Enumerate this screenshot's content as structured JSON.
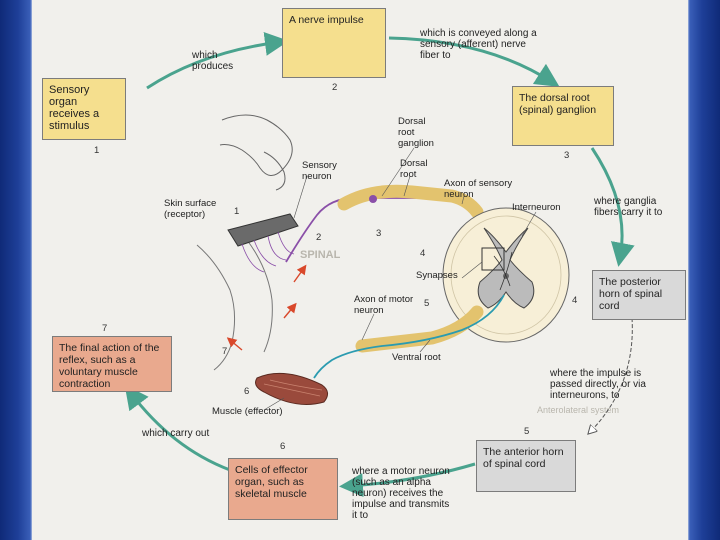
{
  "flow": {
    "box1": {
      "text": "Sensory organ receives a stimulus",
      "num": "1"
    },
    "conn1": "which produces",
    "box2": {
      "text": "A nerve impulse",
      "num": "2"
    },
    "conn2": "which is conveyed along a sensory (afferent) nerve fiber to",
    "box3": {
      "text": "The dorsal root (spinal) ganglion",
      "num": "3"
    },
    "conn3": "where ganglia fibers carry it to",
    "box4": {
      "text": "The posterior horn of spinal cord",
      "num": "4"
    },
    "conn4": "where the impulse is passed directly, or via interneurons, to",
    "box5": {
      "text": "The anterior horn of spinal cord",
      "num": "5"
    },
    "conn5": "where a motor neuron (such as an alpha neuron) receives the impulse and transmits it to",
    "box6": {
      "text": "Cells of effector organ, such as skeletal muscle",
      "num": "6"
    },
    "conn6": "which carry out",
    "box7": {
      "text": "The final action of the reflex, such as a voluntary muscle contraction",
      "num": "7"
    }
  },
  "figure": {
    "labels": {
      "skin": "Skin surface (receptor)",
      "sensory_neuron": "Sensory neuron",
      "drg": "Dorsal root ganglion",
      "dorsal_root": "Dorsal root",
      "axon_sensory": "Axon of sensory neuron",
      "interneuron": "Interneuron",
      "synapses": "Synapses",
      "axon_motor": "Axon of motor neuron",
      "ventral_root": "Ventral root",
      "muscle": "Muscle (effector)"
    },
    "nums": {
      "n1": "1",
      "n2": "2",
      "n3": "3",
      "n4": "4",
      "n5": "5",
      "n6": "6",
      "n7": "7"
    }
  },
  "background_text": {
    "spinal": "SPINAL",
    "anterolateral": "Anterolateral system"
  },
  "colors": {
    "yellow_box": "#f5df8e",
    "gray_box": "#d9d9d9",
    "salmon_box": "#e9a98e",
    "arrow": "#4aa38e",
    "sensory_path": "#8a4fa8",
    "motor_path": "#2b9bb0",
    "slide_border": "#1e3f98"
  }
}
